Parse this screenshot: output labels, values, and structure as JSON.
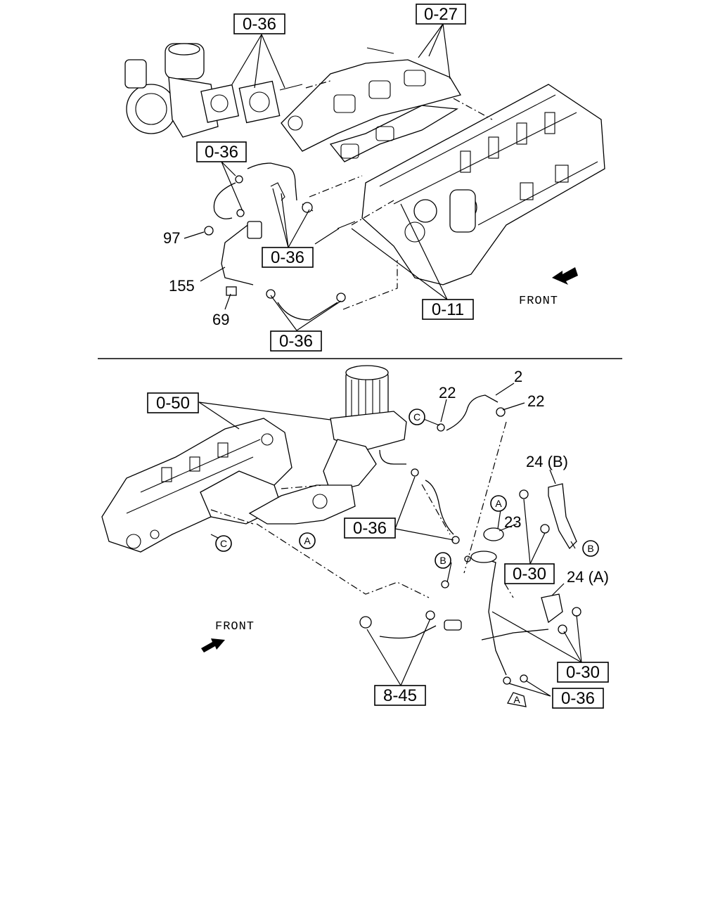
{
  "top_section": {
    "refs": {
      "r036_a": "0-36",
      "r027": "0-27",
      "r036_b": "0-36",
      "r036_c": "0-36",
      "r011": "0-11",
      "r036_d": "0-36"
    },
    "parts": {
      "p97": "97",
      "p155": "155",
      "p69": "69"
    },
    "front_label": "FRONT"
  },
  "bottom_section": {
    "refs": {
      "r050": "0-50",
      "r036_e": "0-36",
      "r030_a": "0-30",
      "r030_b": "0-30",
      "r845": "8-45",
      "r036_f": "0-36"
    },
    "parts": {
      "p2": "2",
      "p22_a": "22",
      "p22_b": "22",
      "p24b": "24 (B)",
      "p23": "23",
      "p24a": "24 (A)"
    },
    "circles": {
      "c1": "C",
      "a1": "A",
      "c2": "C",
      "a2": "A",
      "b1": "B",
      "b2": "B",
      "a3": "A"
    },
    "front_label": "FRONT"
  }
}
